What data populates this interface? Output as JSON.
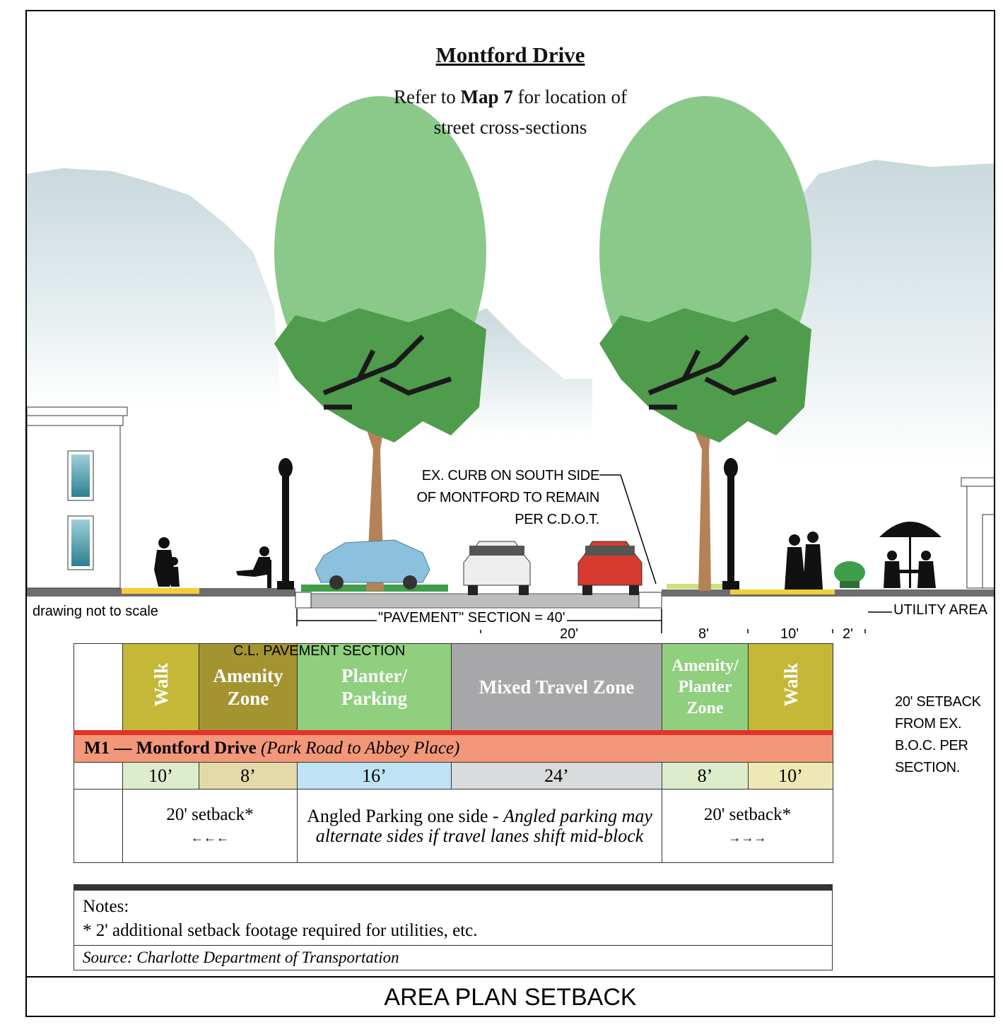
{
  "title": "Montford Drive",
  "subtitle_line1_pre": "Refer to ",
  "subtitle_line1_bold": "Map 7",
  "subtitle_line1_post": " for location of",
  "subtitle_line2": "street cross-sections",
  "callouts": {
    "curb_line1": "EX. CURB ON SOUTH SIDE",
    "curb_line2": "OF MONTFORD TO REMAIN",
    "curb_line3": "PER C.D.O.T.",
    "not_to_scale": "drawing not to scale",
    "pavement_section": "\"PAVEMENT\" SECTION = 40'",
    "half": "20'",
    "amenity_dim": "8'",
    "walk_dim": "10'",
    "utility_dim": "2'",
    "utility_area": "UTILITY AREA",
    "cl_pavement": "C.L. PAVEMENT SECTION",
    "setback_line1": "20' SETBACK",
    "setback_line2": "FROM EX.",
    "setback_line3": "B.O.C. PER",
    "setback_line4": "SECTION."
  },
  "zones": {
    "walk_left": "Walk",
    "amenity_line1": "Amenity",
    "amenity_line2": "Zone",
    "planter_line1": "Planter/",
    "planter_line2": "Parking",
    "travel": "Mixed Travel Zone",
    "amenity_planter_line1": "Amenity/",
    "amenity_planter_line2": "Planter",
    "amenity_planter_line3": "Zone",
    "walk_right": "Walk"
  },
  "section_row": {
    "code": "M1 — Montford Drive",
    "extent": "(Park Road to Abbey Place)"
  },
  "widths": [
    "10’",
    "8’",
    "16’",
    "24’",
    "8’",
    "10’"
  ],
  "descriptions": {
    "left_setback": "20' setback*",
    "left_arrows": "←←←",
    "middle_plain": "Angled Parking one side - ",
    "middle_italic": "Angled parking may alternate sides if travel lanes shift mid-block",
    "right_setback": "20' setback*",
    "right_arrows": "→→→"
  },
  "notes": {
    "heading": "Notes:",
    "note1": "* 2' additional setback footage required for utilities, etc.",
    "source": "Source: Charlotte Department of Transportation"
  },
  "footer": "AREA PLAN SETBACK",
  "colors": {
    "walk": "#c5b838",
    "amenity": "#a49431",
    "planter": "#8fcf7e",
    "travel": "#a7a7a9",
    "section_band": "#f29779",
    "section_band_border": "#e4312a",
    "width_walk": "#eee8b4",
    "width_amenity": "#e3d9a9",
    "width_planter": "#bfe3f5",
    "width_travel": "#dadbdd",
    "width_green": "#ddedcc",
    "sky": "#d4e1e3",
    "tree_canopy": "#8ac98a",
    "tree_dark": "#4f9c4c"
  }
}
